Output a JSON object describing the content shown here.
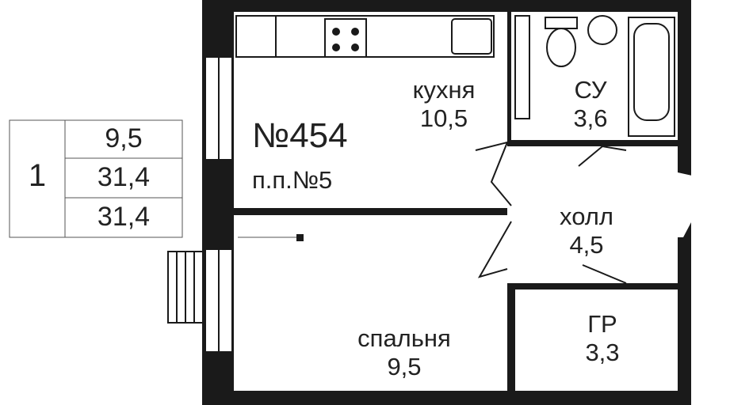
{
  "summary_table": {
    "rooms_count": "1",
    "living_area": "9,5",
    "total_area": "31,4",
    "total_area_2": "31,4"
  },
  "apartment": {
    "number": "№454",
    "building_number": "п.п.№5"
  },
  "rooms": [
    {
      "name": "кухня",
      "area": "10,5"
    },
    {
      "name": "СУ",
      "area": "3,6"
    },
    {
      "name": "холл",
      "area": "4,5"
    },
    {
      "name": "ГР",
      "area": "3,3"
    },
    {
      "name": "спальня",
      "area": "9,5"
    }
  ],
  "colors": {
    "wall": "#1a1a1a",
    "line": "#333333"
  }
}
